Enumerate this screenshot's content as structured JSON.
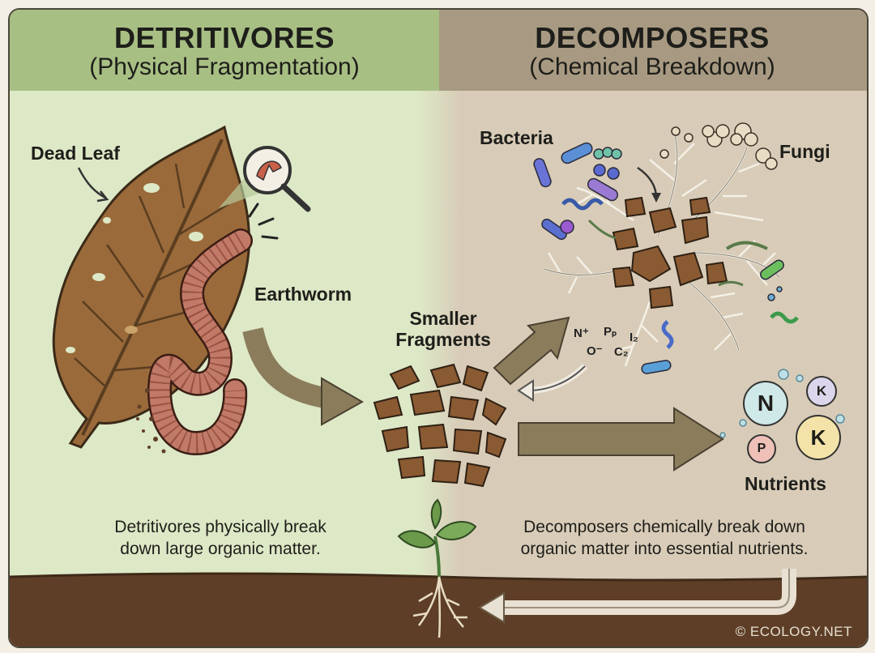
{
  "left_panel": {
    "title": "DETRITIVORES",
    "subtitle": "(Physical Fragmentation)",
    "labels": {
      "dead_leaf": "Dead Leaf",
      "earthworm": "Earthworm"
    },
    "caption_line1": "Detritivores physically break",
    "caption_line2": "down large organic matter."
  },
  "right_panel": {
    "title": "DECOMPOSERS",
    "subtitle": "(Chemical Breakdown)",
    "labels": {
      "bacteria": "Bacteria",
      "fungi": "Fungi",
      "nutrients": "Nutrients"
    },
    "caption_line1": "Decomposers chemically break down",
    "caption_line2": "organic matter into essential nutrients."
  },
  "center": {
    "fragments_line1": "Smaller",
    "fragments_line2": "Fragments"
  },
  "chemical_symbols": {
    "n": "N⁺",
    "p": "Pₚ",
    "i": "I₂",
    "o": "O⁻",
    "c": "C₂"
  },
  "nutrient_bubbles": {
    "n": "N",
    "k_small": "K",
    "k_large": "K",
    "p": "P"
  },
  "copyright": "© ECOLOGY.NET",
  "colors": {
    "left_bg": "#dde8c6",
    "left_header": "#a8bf84",
    "right_bg": "#d8ccb8",
    "right_header": "#a89a82",
    "soil": "#5e3e26",
    "arrow": "#8b7d5c"
  }
}
